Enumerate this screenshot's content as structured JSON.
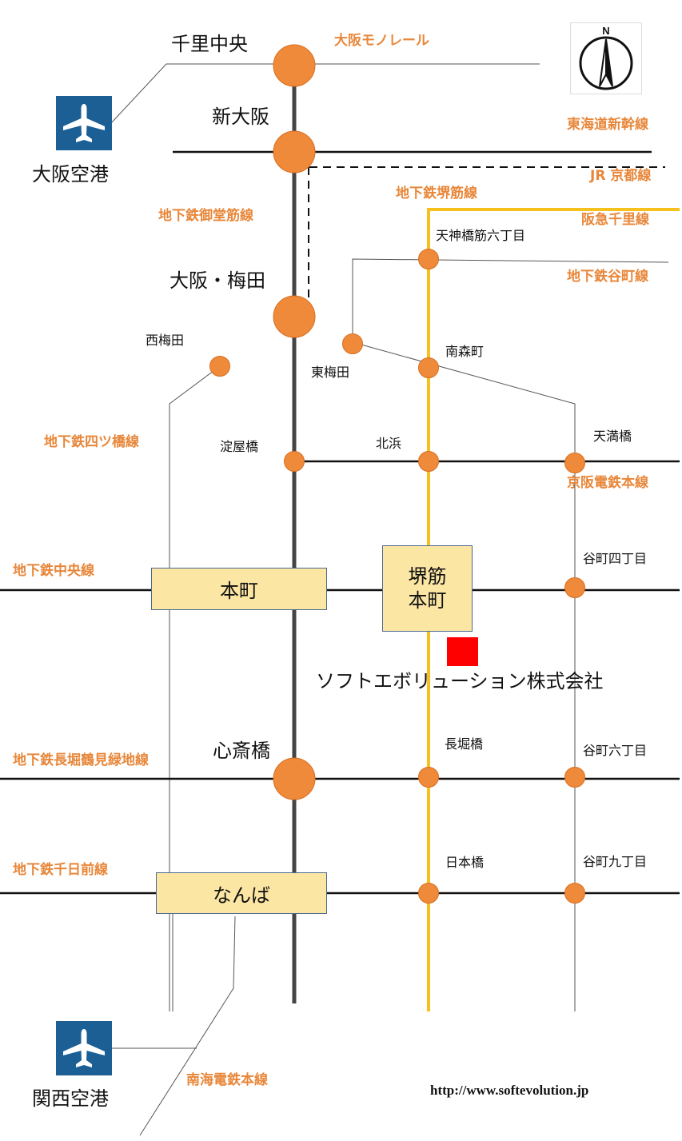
{
  "stations": {
    "senri_chuo": "千里中央",
    "shin_osaka": "新大阪",
    "osaka_umeda": "大阪・梅田",
    "nishi_umeda": "西梅田",
    "higashi_umeda": "東梅田",
    "tenjinbashisuji": "天神橋筋六丁目",
    "minamimorimachi": "南森町",
    "yodoyabashi": "淀屋橋",
    "kitahama": "北浜",
    "tenmabashi": "天満橋",
    "tanimachi4": "谷町四丁目",
    "shinsaibashi": "心斎橋",
    "nagahoribashi": "長堀橋",
    "tanimachi6": "谷町六丁目",
    "nipponbashi": "日本橋",
    "tanimachi9": "谷町九丁目"
  },
  "boxes": {
    "honmachi": "本町",
    "sakaisuji_honmachi_1": "堺筋",
    "sakaisuji_honmachi_2": "本町",
    "namba": "なんば"
  },
  "lines": {
    "monorail": "大阪モノレール",
    "tokaido_shinkansen": "東海道新幹線",
    "jr_kyoto": "JR 京都線",
    "sakaisuji": "地下鉄堺筋線",
    "hankyu_senri": "阪急千里線",
    "midosuji": "地下鉄御堂筋線",
    "tanimachi": "地下鉄谷町線",
    "yotsubashi": "地下鉄四ツ橋線",
    "keihan": "京阪電鉄本線",
    "chuo": "地下鉄中央線",
    "nagahori": "地下鉄長堀鶴見緑地線",
    "sennichimae": "地下鉄千日前線",
    "nankai": "南海電鉄本線"
  },
  "airports": {
    "itami": "大阪空港",
    "kansai": "関西空港"
  },
  "company": "ソフトエボリューション株式会社",
  "url": "http://www.softevolution.jp",
  "compass_label": "N",
  "icons": {
    "airport": "airplane-icon",
    "compass": "north-arrow-icon",
    "office": "office-marker-icon"
  },
  "colors": {
    "station": "#ef8a3a",
    "station_stroke": "#d86e20",
    "midosuji": "#444444",
    "sakaisuji": "#f6c01d",
    "line_label": "#e8873a",
    "office": "#ff0000",
    "box_fill": "#fce6a4",
    "airport_fill": "#1b5f95"
  }
}
